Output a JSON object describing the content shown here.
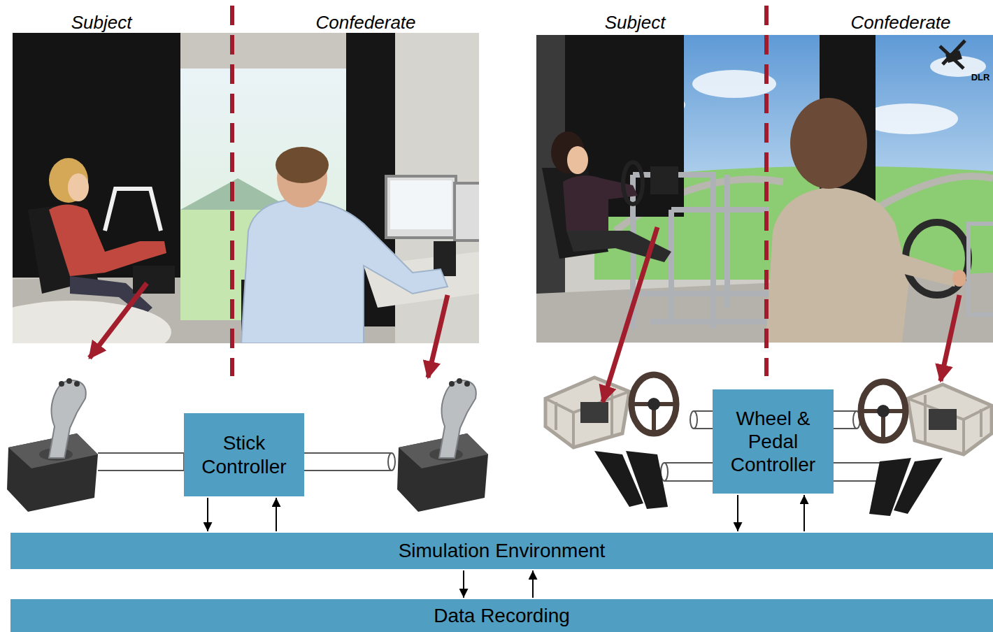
{
  "diagram": {
    "nodes": [
      {
        "text": [
          "Stick Controller"
        ]
      },
      {
        "text": [
          "Wheel & Pedal Controller"
        ]
      },
      {
        "text": [
          "Simulation Environment"
        ]
      },
      {
        "text": [
          "Data Recording"
        ]
      }
    ],
    "edges": [
      {
        "from": 0,
        "to": 2,
        "arrow": "to"
      },
      {
        "from": 2,
        "to": 0,
        "arrow": "to"
      },
      {
        "from": 1,
        "to": 2,
        "arrow": "to"
      },
      {
        "from": 2,
        "to": 1,
        "arrow": "to"
      },
      {
        "from": 2,
        "to": 3,
        "arrow": "to"
      },
      {
        "from": 3,
        "to": 2,
        "arrow": "to"
      }
    ],
    "labels": [
      "Subject",
      "Confederate",
      "Subject",
      "Confederate",
      "DLR"
    ]
  }
}
